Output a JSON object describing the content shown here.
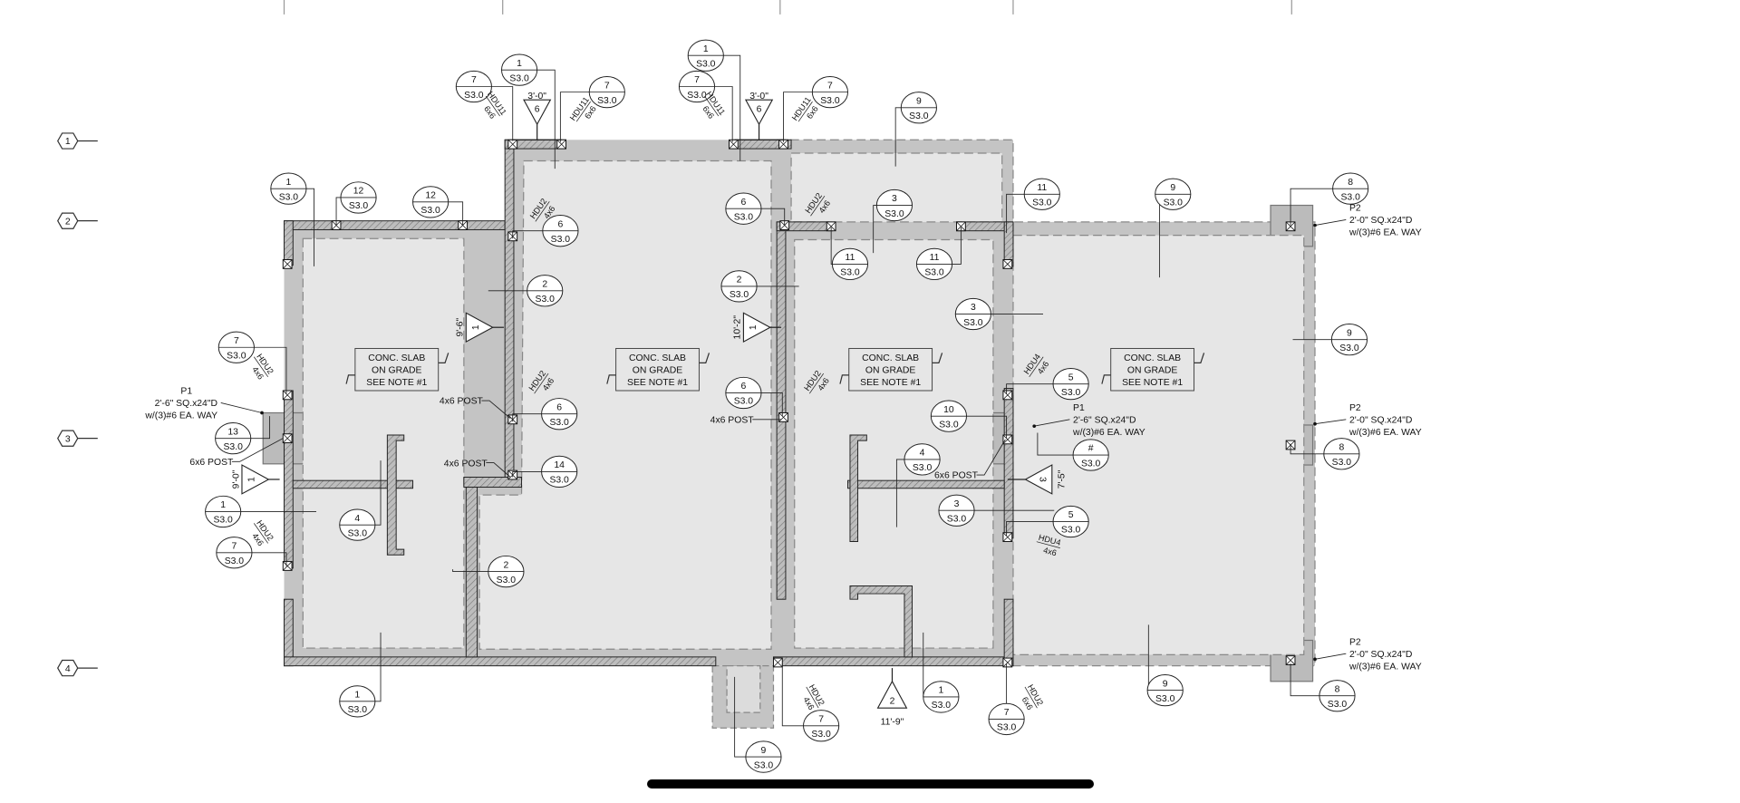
{
  "grid_lines": [
    "1",
    "2",
    "3",
    "4"
  ],
  "tags": [
    {
      "num": "1",
      "sheet": "S3.0"
    },
    {
      "num": "7",
      "sheet": "S3.0"
    },
    {
      "num": "7",
      "sheet": "S3.0"
    },
    {
      "num": "1",
      "sheet": "S3.0"
    },
    {
      "num": "7",
      "sheet": "S3.0"
    },
    {
      "num": "7",
      "sheet": "S3.0"
    },
    {
      "num": "9",
      "sheet": "S3.0"
    },
    {
      "num": "1",
      "sheet": "S3.0"
    },
    {
      "num": "12",
      "sheet": "S3.0"
    },
    {
      "num": "12",
      "sheet": "S3.0"
    },
    {
      "num": "6",
      "sheet": "S3.0"
    },
    {
      "num": "6",
      "sheet": "S3.0"
    },
    {
      "num": "3",
      "sheet": "S3.0"
    },
    {
      "num": "11",
      "sheet": "S3.0"
    },
    {
      "num": "9",
      "sheet": "S3.0"
    },
    {
      "num": "8",
      "sheet": "S3.0"
    },
    {
      "num": "11",
      "sheet": "S3.0"
    },
    {
      "num": "11",
      "sheet": "S3.0"
    },
    {
      "num": "2",
      "sheet": "S3.0"
    },
    {
      "num": "2",
      "sheet": "S3.0"
    },
    {
      "num": "3",
      "sheet": "S3.0"
    },
    {
      "num": "9",
      "sheet": "S3.0"
    },
    {
      "num": "7",
      "sheet": "S3.0"
    },
    {
      "num": "5",
      "sheet": "S3.0"
    },
    {
      "num": "6",
      "sheet": "S3.0"
    },
    {
      "num": "6",
      "sheet": "S3.0"
    },
    {
      "num": "10",
      "sheet": "S3.0"
    },
    {
      "num": "13",
      "sheet": "S3.0"
    },
    {
      "num": "#",
      "sheet": "S3.0"
    },
    {
      "num": "8",
      "sheet": "S3.0"
    },
    {
      "num": "4",
      "sheet": "S3.0"
    },
    {
      "num": "14",
      "sheet": "S3.0"
    },
    {
      "num": "1",
      "sheet": "S3.0"
    },
    {
      "num": "3",
      "sheet": "S3.0"
    },
    {
      "num": "5",
      "sheet": "S3.0"
    },
    {
      "num": "4",
      "sheet": "S3.0"
    },
    {
      "num": "7",
      "sheet": "S3.0"
    },
    {
      "num": "2",
      "sheet": "S3.0"
    },
    {
      "num": "1",
      "sheet": "S3.0"
    },
    {
      "num": "7",
      "sheet": "S3.0"
    },
    {
      "num": "1",
      "sheet": "S3.0"
    },
    {
      "num": "9",
      "sheet": "S3.0"
    },
    {
      "num": "7",
      "sheet": "S3.0"
    },
    {
      "num": "8",
      "sheet": "S3.0"
    },
    {
      "num": "9",
      "sheet": "S3.0"
    }
  ],
  "sections": [
    {
      "num": "6",
      "dim": "3'-0\""
    },
    {
      "num": "6",
      "dim": "3'-0\""
    },
    {
      "num": "1",
      "dim": "9'-6\""
    },
    {
      "num": "1",
      "dim": "10'-2\""
    },
    {
      "num": "1",
      "dim": "9'-0\""
    },
    {
      "num": "3",
      "dim": "7'-5\""
    },
    {
      "num": "2",
      "dim": "11'-9\""
    }
  ],
  "slab_notes": [
    {
      "l1": "CONC. SLAB",
      "l2": "ON GRADE",
      "l3": "SEE NOTE #1"
    },
    {
      "l1": "CONC. SLAB",
      "l2": "ON GRADE",
      "l3": "SEE NOTE #1"
    },
    {
      "l1": "CONC. SLAB",
      "l2": "ON GRADE",
      "l3": "SEE NOTE #1"
    },
    {
      "l1": "CONC. SLAB",
      "l2": "ON GRADE",
      "l3": "SEE NOTE #1"
    }
  ],
  "hold_downs": [
    {
      "type": "HDU11",
      "size": "6x6"
    },
    {
      "type": "HDU11",
      "size": "6x6"
    },
    {
      "type": "HDU11",
      "size": "6x6"
    },
    {
      "type": "HDU11",
      "size": "6x6"
    },
    {
      "type": "HDU2",
      "size": "4x6"
    },
    {
      "type": "HDU2",
      "size": "4x6"
    },
    {
      "type": "HDU2",
      "size": "4x6"
    },
    {
      "type": "HDU2",
      "size": "4x6"
    },
    {
      "type": "HDU2",
      "size": "4x6"
    },
    {
      "type": "HDU4",
      "size": "4x6"
    },
    {
      "type": "HDU2",
      "size": "4x6"
    },
    {
      "type": "HDU4",
      "size": "4x6"
    },
    {
      "type": "HDU2",
      "size": "4x6"
    },
    {
      "type": "HDU2",
      "size": "6x6"
    }
  ],
  "posts": [
    "4x6 POST",
    "4x6 POST",
    "4x6 POST",
    "6x6 POST",
    "6x6 POST"
  ],
  "footings": [
    {
      "mark": "P1",
      "size": "2'-6\" SQ.x24\"D",
      "rebar": "w/(3)#6 EA. WAY"
    },
    {
      "mark": "P1",
      "size": "2'-6\" SQ.x24\"D",
      "rebar": "w/(3)#6 EA. WAY"
    },
    {
      "mark": "P2",
      "size": "2'-0\" SQ.x24\"D",
      "rebar": "w/(3)#6 EA. WAY"
    },
    {
      "mark": "P2",
      "size": "2'-0\" SQ.x24\"D",
      "rebar": "w/(3)#6 EA. WAY"
    },
    {
      "mark": "P2",
      "size": "2'-0\" SQ.x24\"D",
      "rebar": "w/(3)#6 EA. WAY"
    }
  ],
  "colors": {
    "footing": "#c4c4c4",
    "slab": "#e6e6e6",
    "wall": "#b9b9b9",
    "line": "#111111"
  }
}
